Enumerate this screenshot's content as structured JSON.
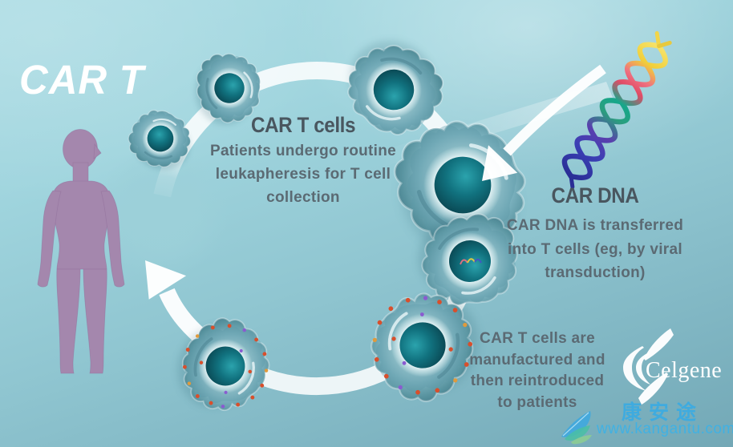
{
  "title": "CAR T",
  "steps": {
    "collect": {
      "heading": "CAR T cells",
      "lines": [
        "Patients undergo routine",
        "leukapheresis for T cell",
        "collection"
      ]
    },
    "transduce": {
      "heading": "CAR DNA",
      "lines": [
        "CAR DNA is transferred",
        "into T cells (eg, by viral",
        "transduction)"
      ]
    },
    "reinfuse": {
      "lines": [
        "CAR T cells are",
        "manufactured and",
        "then reintroduced",
        "to patients"
      ]
    }
  },
  "branding": {
    "company": "Celgene"
  },
  "watermark": {
    "site_name": "康安途",
    "site_url": "www.kangantu.com"
  },
  "icons": {
    "patient": "human-silhouette",
    "t_cell": "teal-cell-blob",
    "car_t_cell": "teal-cell-blob-with-receptor-dots",
    "dna": "rainbow-double-helix",
    "cycle": "white-circular-arrow",
    "transfer_arrow": "white-arrow-into-cell",
    "reinfuse_arrow": "white-arrow-to-patient",
    "logo_mark": "celgene-swirl-leaf",
    "watermark_mark": "blue-feather-leaves"
  },
  "colors": {
    "background_top": "#abdce4",
    "background_bottom": "#73a8b6",
    "title_text": "#ffffff",
    "heading_text": "#49565f",
    "body_text": "#5b6a73",
    "person": "#a487ad",
    "cell_body": "#7cb2bf",
    "cell_nucleus": "#0d5361",
    "receptor_dot": "#d84f2c",
    "ring": "#ffffff",
    "watermark_blue": "#3fabdf"
  }
}
